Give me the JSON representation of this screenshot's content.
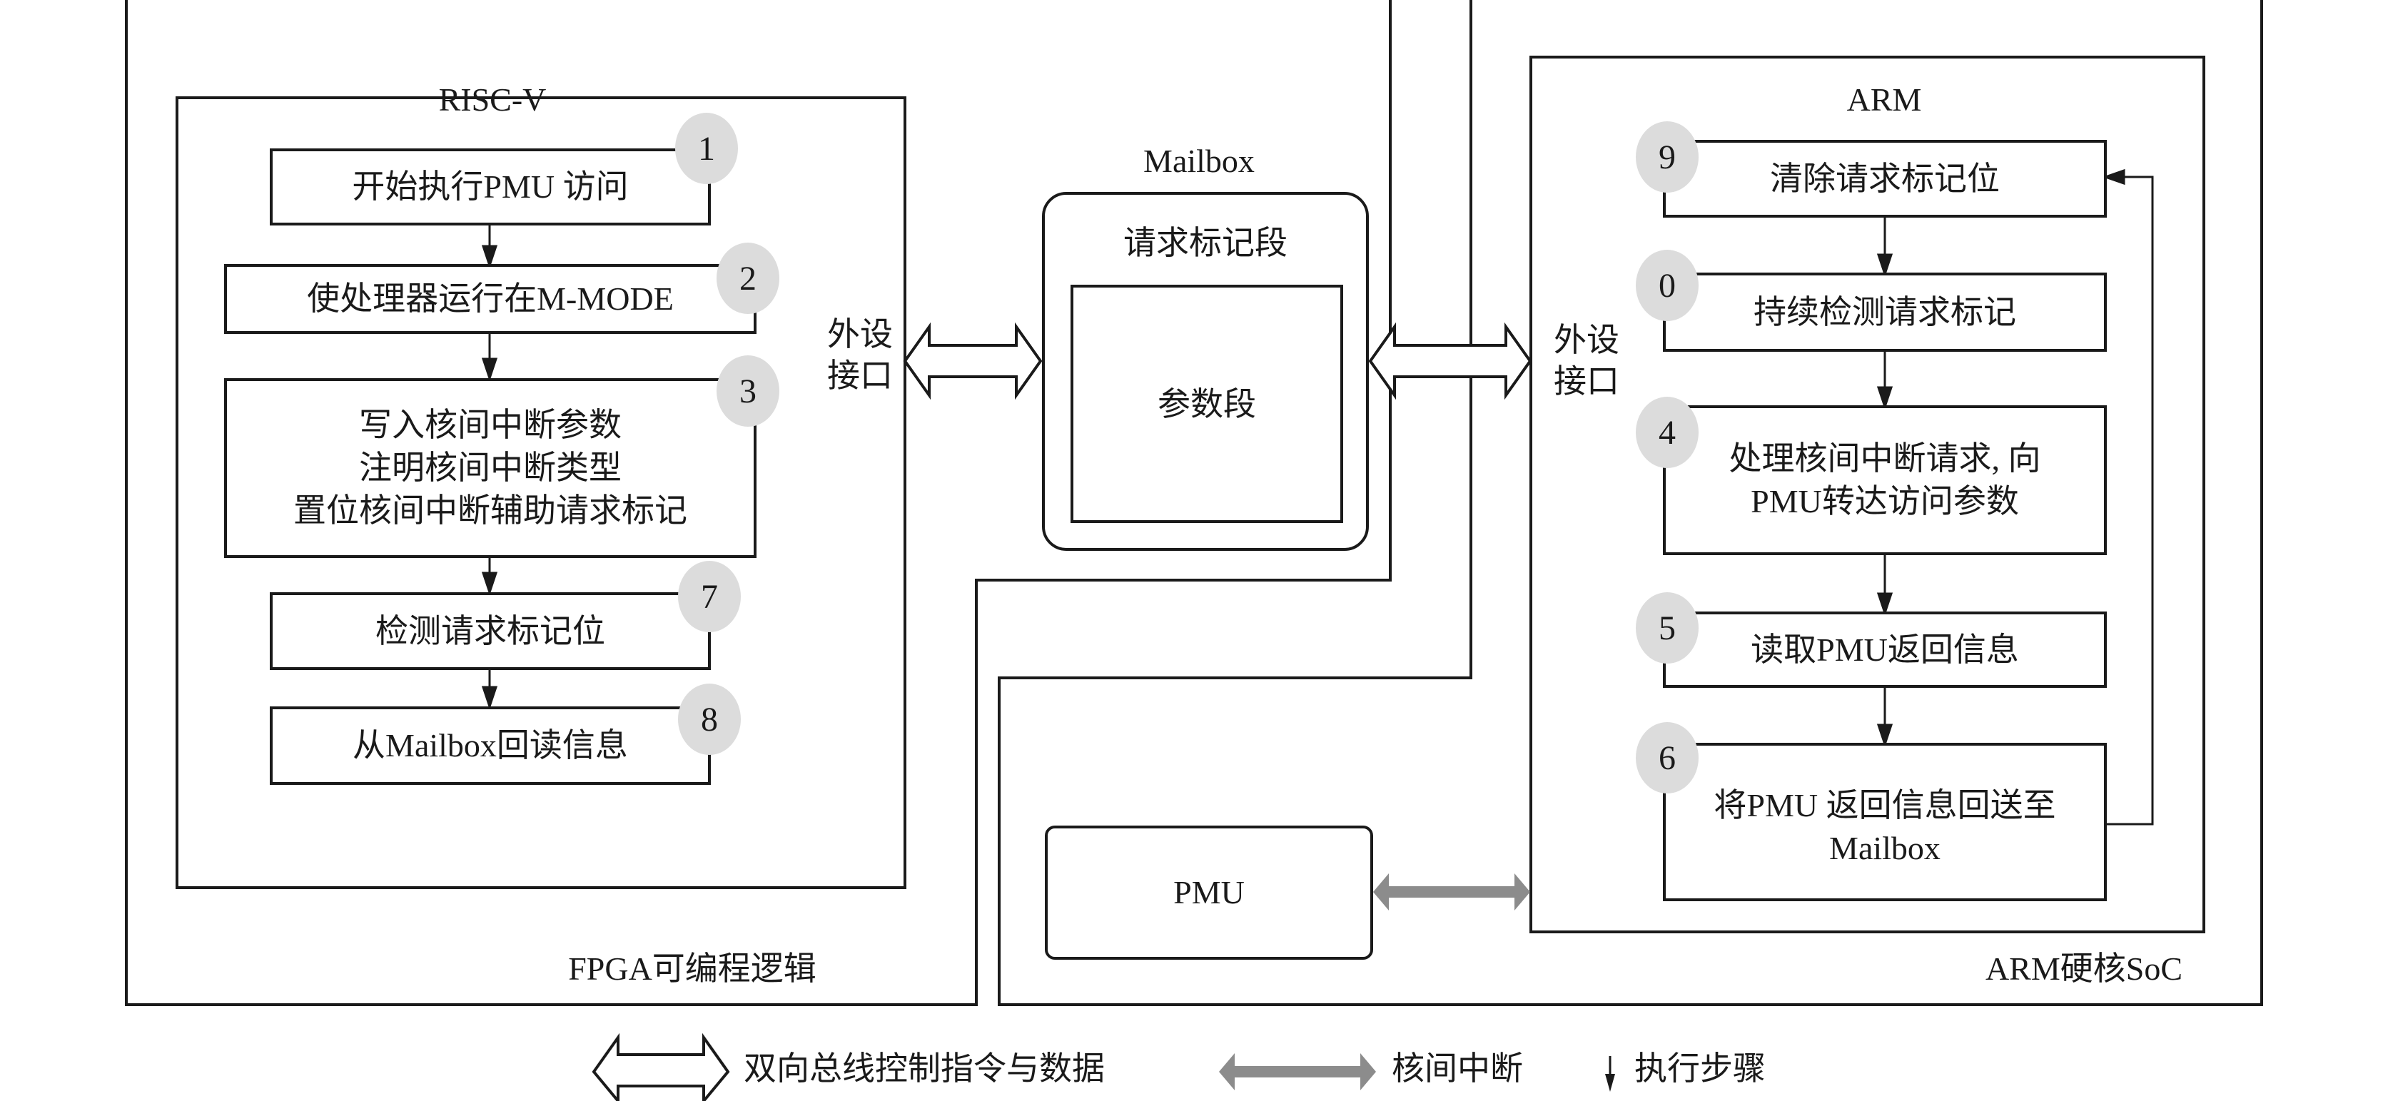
{
  "regions": {
    "fpga_label": "FPGA可编程逻辑",
    "soc_label": "ARM硬核SoC",
    "riscv_title": "RISC-V",
    "arm_title": "ARM",
    "mailbox_title": "Mailbox",
    "mailbox_request_segment": "请求标记段",
    "mailbox_param_segment": "参数段",
    "pmu_label": "PMU",
    "left_interface_label": "外设\n接口",
    "right_interface_label": "外设\n接口"
  },
  "riscv_steps": [
    {
      "number": "1",
      "text": "开始执行PMU 访问"
    },
    {
      "number": "2",
      "text": "使处理器运行在M-MODE"
    },
    {
      "number": "3",
      "text": "写入核间中断参数\n注明核间中断类型\n置位核间中断辅助请求标记"
    },
    {
      "number": "7",
      "text": "检测请求标记位"
    },
    {
      "number": "8",
      "text": "从Mailbox回读信息"
    }
  ],
  "arm_steps": [
    {
      "number": "9",
      "text": "清除请求标记位"
    },
    {
      "number": "0",
      "text": "持续检测请求标记"
    },
    {
      "number": "4",
      "text": "处理核间中断请求, 向\nPMU转达访问参数"
    },
    {
      "number": "5",
      "text": "读取PMU返回信息"
    },
    {
      "number": "6",
      "text": "将PMU 返回信息回送至\nMailbox"
    }
  ],
  "legend": [
    {
      "icon": "double-hollow-arrow-icon",
      "label": "双向总线控制指令与数据"
    },
    {
      "icon": "gray-double-arrow-icon",
      "label": "核间中断"
    },
    {
      "icon": "down-arrow-icon",
      "label": "执行步骤"
    }
  ],
  "colors": {
    "line": "#1a1a1a",
    "badge_fill": "#dcdcdc",
    "interrupt_arrow": "#8c8c8c"
  }
}
